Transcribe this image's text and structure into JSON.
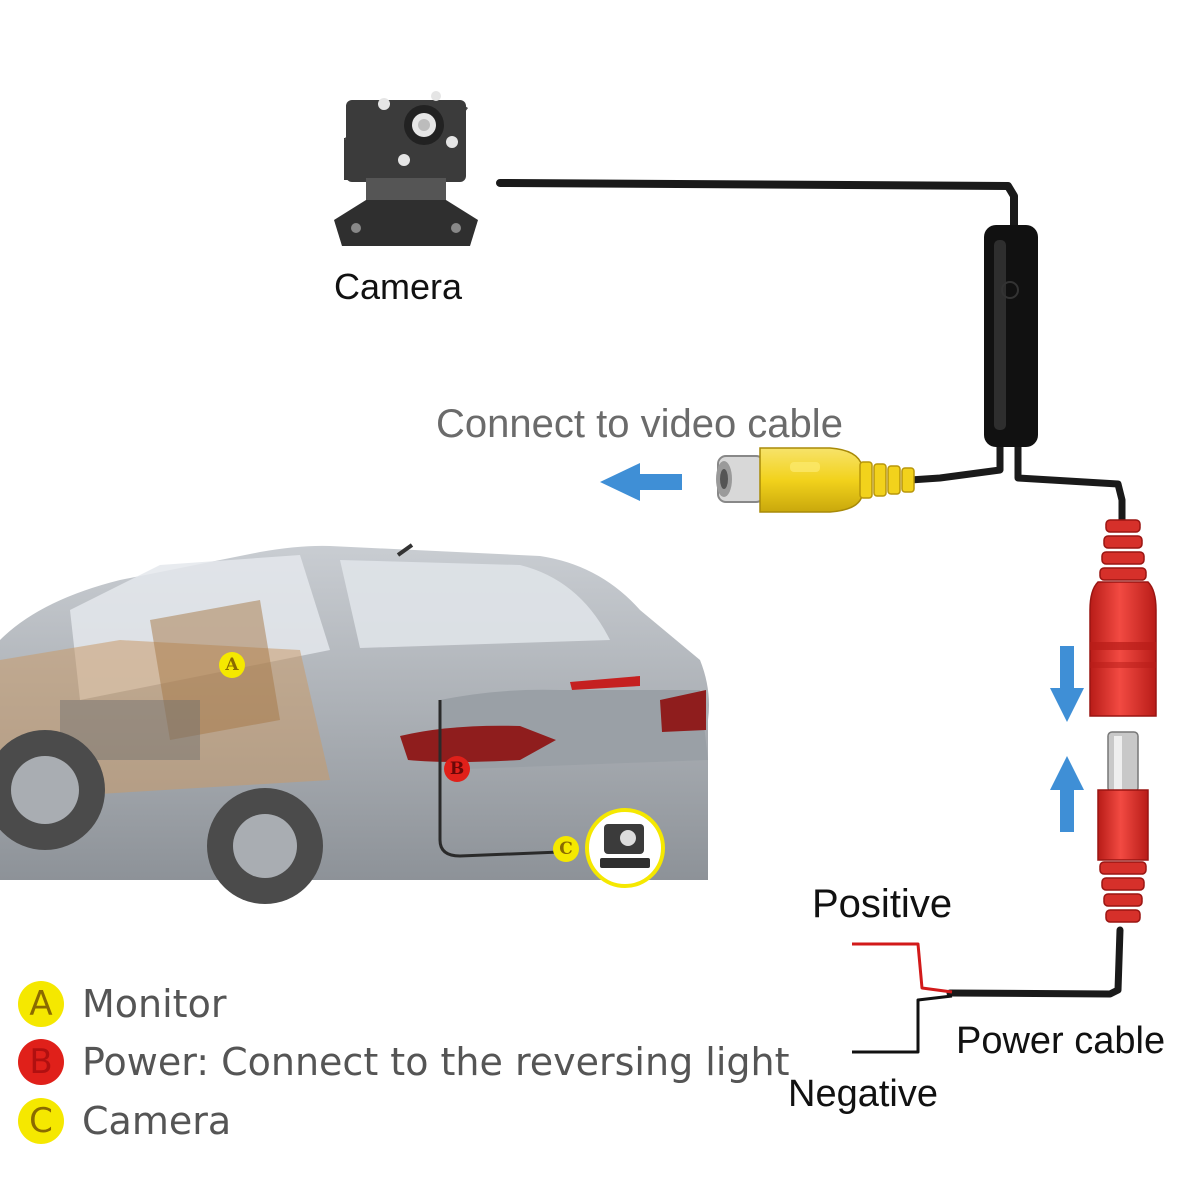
{
  "labels": {
    "camera": "Camera",
    "video": "Connect  to video cable",
    "positive": "Positive",
    "power": "Power cable",
    "negative": "Negative"
  },
  "legend": [
    {
      "letter": "A",
      "text": "Monitor",
      "color": "#f5e800",
      "letter_color": "#8a6a00"
    },
    {
      "letter": "B",
      "text": "Power: Connect to the reversing light",
      "color": "#e0201a",
      "letter_color": "#b01010"
    },
    {
      "letter": "C",
      "text": "Camera",
      "color": "#f5e800",
      "letter_color": "#8a6a00"
    }
  ],
  "colors": {
    "cable": "#1a1a1a",
    "rca_yellow": "#f2d21c",
    "dc_red": "#e3322c",
    "arrow_blue": "#3f8fd6",
    "wire_red": "#d21a1a"
  },
  "icons": {
    "camera": "camera-icon",
    "car": "car-cutaway-illustration",
    "arrow": "arrow-icon"
  }
}
